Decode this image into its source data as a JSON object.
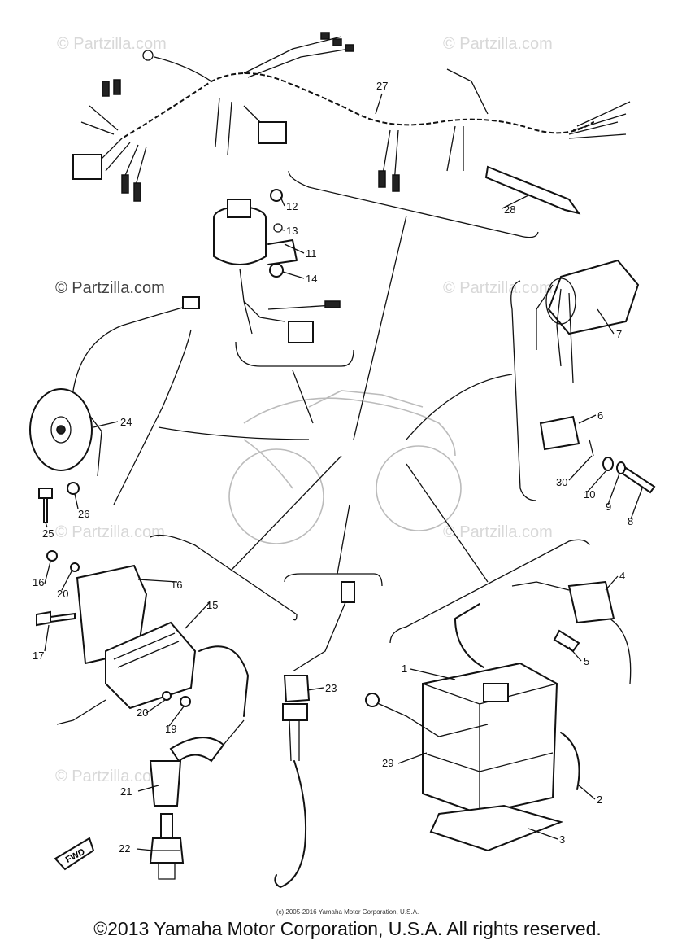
{
  "watermark": "© Partzilla.com",
  "copyright_small": "(c) 2005-2016 Yamaha Motor Corporation, U.S.A.",
  "copyright_main": "©2013 Yamaha Motor Corporation, U.S.A. All rights reserved.",
  "fwd_label": "FWD",
  "callouts": {
    "c1": "1",
    "c2": "2",
    "c3": "3",
    "c4": "4",
    "c5": "5",
    "c6": "6",
    "c7": "7",
    "c8": "8",
    "c9": "9",
    "c10": "10",
    "c11": "11",
    "c12": "12",
    "c13": "13",
    "c14": "14",
    "c15": "15",
    "c16a": "16",
    "c16b": "16",
    "c17": "17",
    "c19": "19",
    "c20a": "20",
    "c20b": "20",
    "c21": "21",
    "c22": "22",
    "c23": "23",
    "c24": "24",
    "c25": "25",
    "c26": "26",
    "c27": "27",
    "c28": "28",
    "c29": "29",
    "c30": "30"
  }
}
